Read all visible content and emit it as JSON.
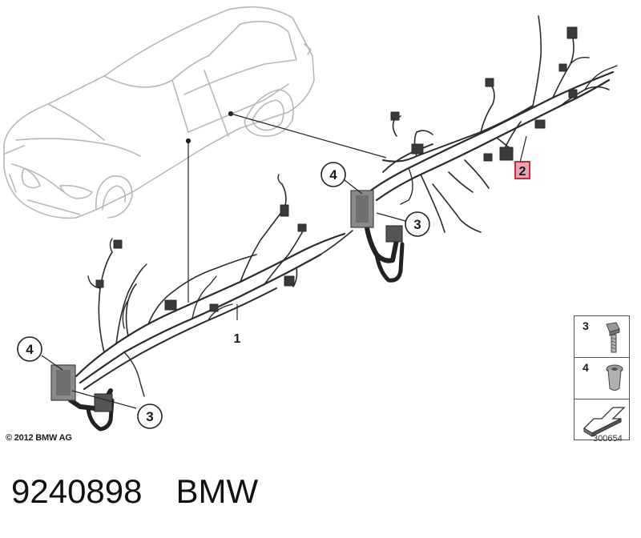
{
  "callouts": {
    "harness_1": "1",
    "harness_2": "2",
    "bolt_3": "3",
    "nut_4": "4"
  },
  "copyright": "© 2012 BMW AG",
  "reference_number": "300654",
  "legend": {
    "bolt_label": "3",
    "nut_label": "4"
  },
  "footer": {
    "part_number": "9240898",
    "brand": "BMW"
  },
  "colors": {
    "highlight": "#d0152a",
    "highlight_fill": "#e0a8b4",
    "car_outline": "#b8b8b8",
    "harness": "#2b2b2b"
  }
}
